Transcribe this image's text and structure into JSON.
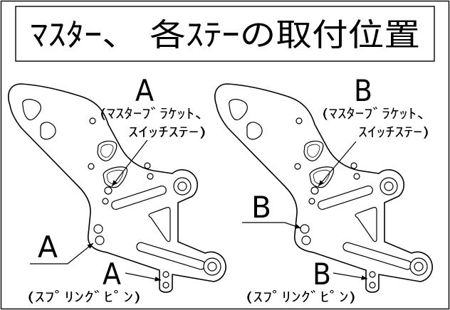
{
  "title": "ﾏｽﾀｰ、 各ｽﾃｰの取付位置",
  "left_figure": {
    "master_bracket_label": {
      "letter": "A",
      "line1": "(ﾏｽﾀｰﾌﾞﾗｹｯﾄ、",
      "line2": "ｽｲｯﾁｽﾃｰ)"
    },
    "middle_label": "A",
    "spring_pin_label": {
      "letter": "A",
      "text": "(ｽﾌﾟﾘﾝｸﾞﾋﾟﾝ)"
    }
  },
  "right_figure": {
    "master_bracket_label": {
      "letter": "B",
      "line1": "(ﾏｽﾀｰﾌﾞﾗｹｯﾄ、",
      "line2": "ｽｲｯﾁｽﾃｰ)"
    },
    "middle_label": "B",
    "spring_pin_label": {
      "letter": "B",
      "text": "(ｽﾌﾟﾘﾝｸﾞﾋﾟﾝ)"
    }
  }
}
